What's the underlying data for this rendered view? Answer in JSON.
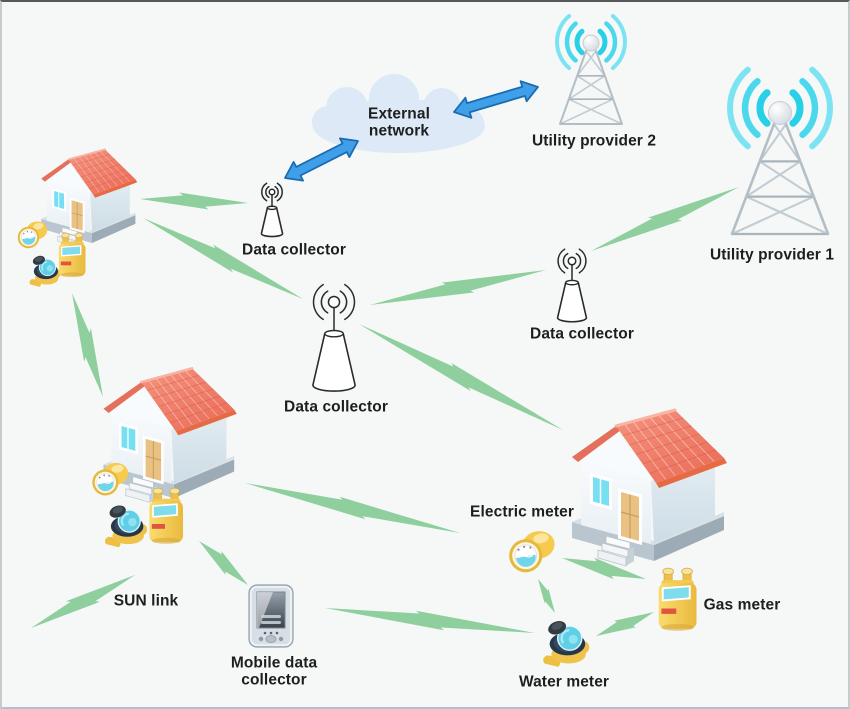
{
  "figure": {
    "description": "Smart utility network diagram"
  },
  "colors": {
    "background": "#f5f8f6",
    "sun_link_green": "#8fcf9e",
    "arrow_blue": "#3f9fe8",
    "arrow_blue_border": "#1a6cb0",
    "wave_cyan_inner": "#27cfe7",
    "wave_cyan_mid": "#4cd8ec",
    "wave_cyan_outer": "#7ce3f2",
    "cloud_fill": "#dde9f7",
    "house_roof": "#ef8270",
    "meter_yellow": "#f2c94e",
    "label_text": "#1e1e1e"
  },
  "labels": {
    "external_line1": "External",
    "external_line2": "network",
    "utility_provider_2": "Utility provider 2",
    "utility_provider_1": "Utility provider 1",
    "data_collector_top": "Data collector",
    "data_collector_mid": "Data collector",
    "data_collector_right": "Data collector",
    "electric_meter": "Electric meter",
    "gas_meter": "Gas meter",
    "water_meter": "Water meter",
    "sun_link": "SUN link",
    "mobile_line1": "Mobile data",
    "mobile_line2": "collector"
  },
  "nodes": [
    {
      "id": "external_network",
      "type": "cloud",
      "label": "External network"
    },
    {
      "id": "utility_provider_2",
      "type": "radio-tower",
      "label": "Utility provider 2"
    },
    {
      "id": "utility_provider_1",
      "type": "radio-tower",
      "label": "Utility provider 1"
    },
    {
      "id": "data_collector_top",
      "type": "data-collector-antenna",
      "label": "Data collector"
    },
    {
      "id": "data_collector_mid",
      "type": "data-collector-antenna",
      "label": "Data collector"
    },
    {
      "id": "data_collector_right",
      "type": "data-collector-antenna",
      "label": "Data collector"
    },
    {
      "id": "house1",
      "type": "house",
      "label": ""
    },
    {
      "id": "house2",
      "type": "house",
      "label": ""
    },
    {
      "id": "house3",
      "type": "house",
      "label": ""
    },
    {
      "id": "electric_meter",
      "type": "meter",
      "label": "Electric meter"
    },
    {
      "id": "gas_meter",
      "type": "meter",
      "label": "Gas meter"
    },
    {
      "id": "water_meter",
      "type": "meter",
      "label": "Water meter"
    },
    {
      "id": "mobile_data_collector",
      "type": "handheld",
      "label": "Mobile data collector"
    }
  ],
  "links": {
    "sun_links": [
      {
        "from": "house1",
        "to": "data_collector_top"
      },
      {
        "from": "house1",
        "to": "data_collector_mid"
      },
      {
        "from": "house1",
        "to": "house2"
      },
      {
        "from": "data_collector_mid",
        "to": "data_collector_right"
      },
      {
        "from": "data_collector_right",
        "to": "utility_provider_1"
      },
      {
        "from": "data_collector_mid",
        "to": "house3"
      },
      {
        "from": "house2",
        "to": "electric_meter"
      },
      {
        "from": "house2",
        "to": "mobile_data_collector"
      },
      {
        "from": "legend",
        "to": "legend"
      },
      {
        "from": "mobile_data_collector",
        "to": "water_meter"
      },
      {
        "from": "electric_meter",
        "to": "water_meter"
      },
      {
        "from": "electric_meter",
        "to": "gas_meter"
      },
      {
        "from": "water_meter",
        "to": "gas_meter"
      }
    ],
    "external_links": [
      {
        "from": "external_network",
        "to": "data_collector_top"
      },
      {
        "from": "external_network",
        "to": "utility_provider_2"
      }
    ]
  }
}
